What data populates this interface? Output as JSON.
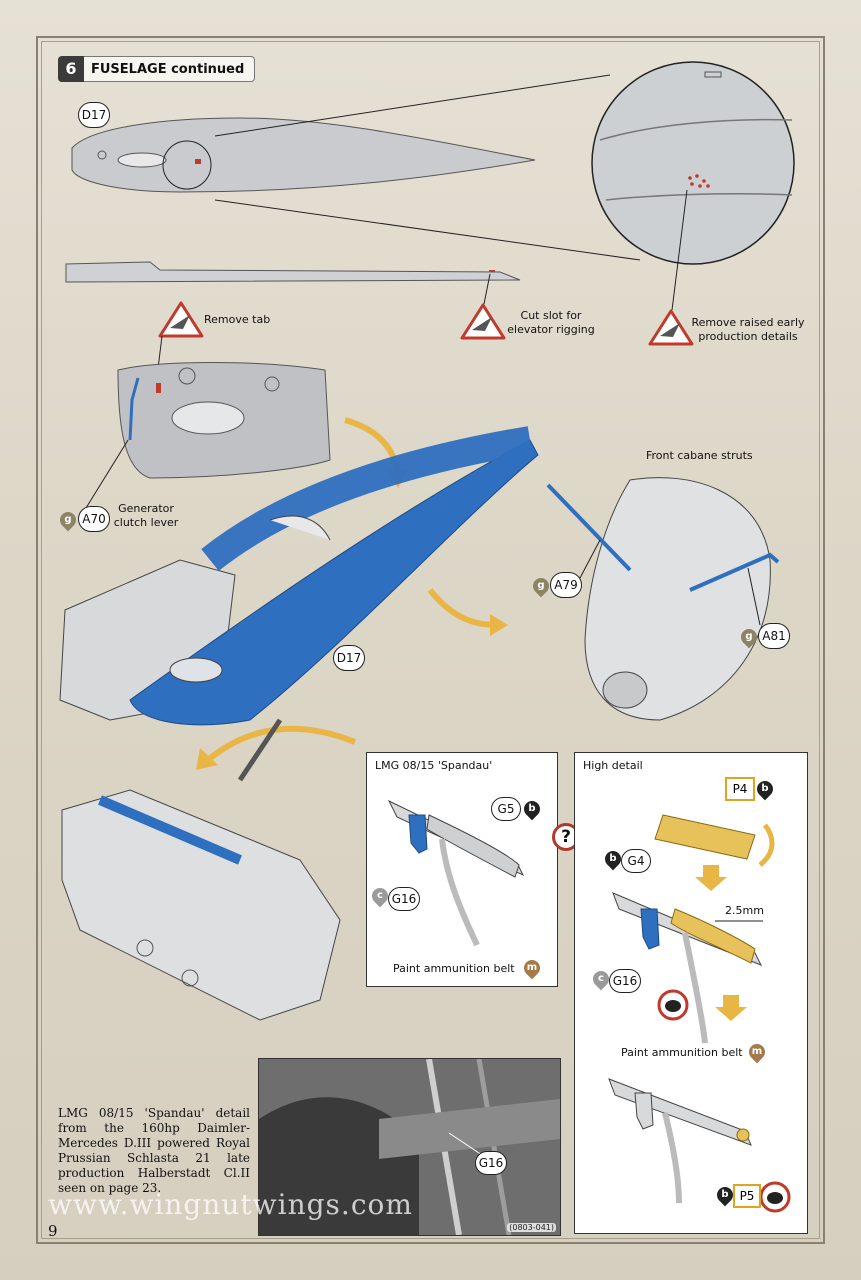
{
  "step": {
    "number": "6",
    "title": "FUSELAGE continued"
  },
  "callouts": {
    "d17_top": "D17",
    "a70": "A70",
    "a79": "A79",
    "a81": "A81",
    "d17_blue": "D17",
    "g5": "G5",
    "g16_a": "G16",
    "g4": "G4",
    "g16_b": "G16",
    "p4": "P4",
    "p5": "P5",
    "g16_photo": "G16"
  },
  "paint_codes": {
    "g": "g",
    "b": "b",
    "c": "c",
    "m": "m"
  },
  "notes": {
    "remove_tab": "Remove tab",
    "cut_slot_1": "Cut slot for",
    "cut_slot_2": "elevator rigging",
    "remove_raised_1": "Remove raised early",
    "remove_raised_2": "production details",
    "generator_1": "Generator",
    "generator_2": "clutch lever",
    "front_cabane": "Front cabane struts"
  },
  "panel_lmg": {
    "title": "LMG 08/15 'Spandau'",
    "note": "Paint ammunition belt"
  },
  "panel_high": {
    "title": "High detail",
    "dimension": "2.5mm",
    "note": "Paint ammunition belt"
  },
  "caption": "LMG 08/15 'Spandau' detail from the 160hp Daimler-Mercedes D.III powered Royal Prussian Schlasta 21 late production Halberstadt Cl.II seen on page 23.",
  "photo_ref": "(0803-041)",
  "watermark": "www.wingnutwings.com",
  "page_number": "9",
  "colors": {
    "blue_part": "#2f6fc0",
    "warning_red": "#c0392b",
    "arrow_yellow": "#e9b646",
    "paint_brown": "#a47a4a",
    "paint_olive": "#8d8466",
    "paint_dark": "#222222",
    "paint_grey": "#9a9a9a"
  }
}
